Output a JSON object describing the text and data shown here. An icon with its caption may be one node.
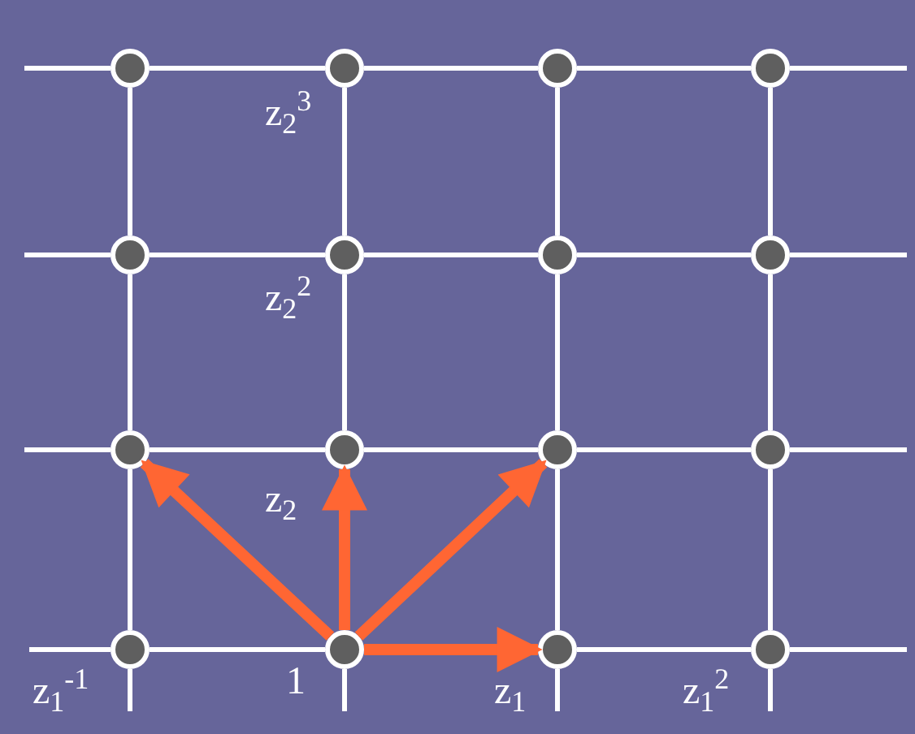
{
  "diagram": {
    "nodes": [
      {
        "text": [],
        "shape": "circle"
      },
      {
        "text": [],
        "shape": "circle"
      },
      {
        "text": [],
        "shape": "circle"
      },
      {
        "text": [],
        "shape": "circle"
      },
      {
        "text": [],
        "shape": "circle"
      },
      {
        "text": [],
        "shape": "circle"
      },
      {
        "text": [],
        "shape": "circle"
      },
      {
        "text": [],
        "shape": "circle"
      },
      {
        "text": [],
        "shape": "circle"
      },
      {
        "text": [],
        "shape": "circle"
      },
      {
        "text": [],
        "shape": "circle"
      },
      {
        "text": [],
        "shape": "circle"
      },
      {
        "text": [],
        "shape": "circle"
      },
      {
        "text": [],
        "shape": "circle"
      },
      {
        "text": [],
        "shape": "circle"
      },
      {
        "text": [],
        "shape": "circle"
      }
    ],
    "edges": [
      {
        "from": 0,
        "to": 1,
        "arrow": "none"
      },
      {
        "from": 1,
        "to": 2,
        "arrow": "none"
      },
      {
        "from": 2,
        "to": 3,
        "arrow": "none"
      },
      {
        "from": 4,
        "to": 5,
        "arrow": "none"
      },
      {
        "from": 5,
        "to": 6,
        "arrow": "none"
      },
      {
        "from": 6,
        "to": 7,
        "arrow": "none"
      },
      {
        "from": 8,
        "to": 9,
        "arrow": "none"
      },
      {
        "from": 9,
        "to": 10,
        "arrow": "none"
      },
      {
        "from": 10,
        "to": 11,
        "arrow": "none"
      },
      {
        "from": 12,
        "to": 13,
        "arrow": "none"
      },
      {
        "from": 14,
        "to": 15,
        "arrow": "none"
      },
      {
        "from": 0,
        "to": 4,
        "arrow": "none"
      },
      {
        "from": 4,
        "to": 8,
        "arrow": "none"
      },
      {
        "from": 8,
        "to": 12,
        "arrow": "none"
      },
      {
        "from": 1,
        "to": 5,
        "arrow": "none"
      },
      {
        "from": 5,
        "to": 9,
        "arrow": "none"
      },
      {
        "from": 2,
        "to": 6,
        "arrow": "none"
      },
      {
        "from": 6,
        "to": 10,
        "arrow": "none"
      },
      {
        "from": 10,
        "to": 14,
        "arrow": "none"
      },
      {
        "from": 3,
        "to": 7,
        "arrow": "none"
      },
      {
        "from": 7,
        "to": 11,
        "arrow": "none"
      },
      {
        "from": 11,
        "to": 15,
        "arrow": "none"
      },
      {
        "from": 13,
        "to": 8,
        "arrow": "to",
        "style": "thick",
        "color": "#ff6633"
      },
      {
        "from": 13,
        "to": 9,
        "arrow": "to",
        "style": "thick",
        "color": "#ff6633"
      },
      {
        "from": 13,
        "to": 10,
        "arrow": "to",
        "style": "thick",
        "color": "#ff6633"
      },
      {
        "from": 13,
        "to": 14,
        "arrow": "to",
        "style": "thick",
        "color": "#ff6633"
      }
    ],
    "labels": [
      "z$_{2}$$^{3}$",
      "z$_{2}$$^{2}$",
      "z$_{2}$",
      "z$_{1}$$^{-1}$",
      "1",
      "z$_{1}$",
      "z$_{1}$$^{2}$"
    ]
  }
}
